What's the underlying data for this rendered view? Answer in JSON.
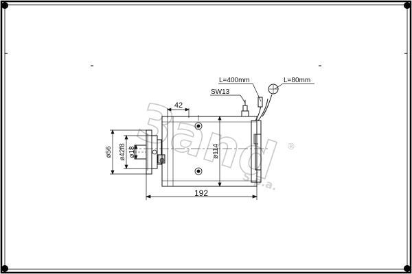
{
  "drawing": {
    "dimensions": {
      "length_overall": "192",
      "flange_offset": "42",
      "diameter_outer": "ø56",
      "diameter_pilot": "ø42f8",
      "diameter_shaft": "ø18",
      "diameter_body": "ø114",
      "wrench_size": "SW13",
      "cable_long": "L=400mm",
      "cable_short": "L=80mm"
    },
    "watermark": {
      "brand": "3and",
      "sub": "S.p.a.",
      "mark": "®"
    }
  }
}
